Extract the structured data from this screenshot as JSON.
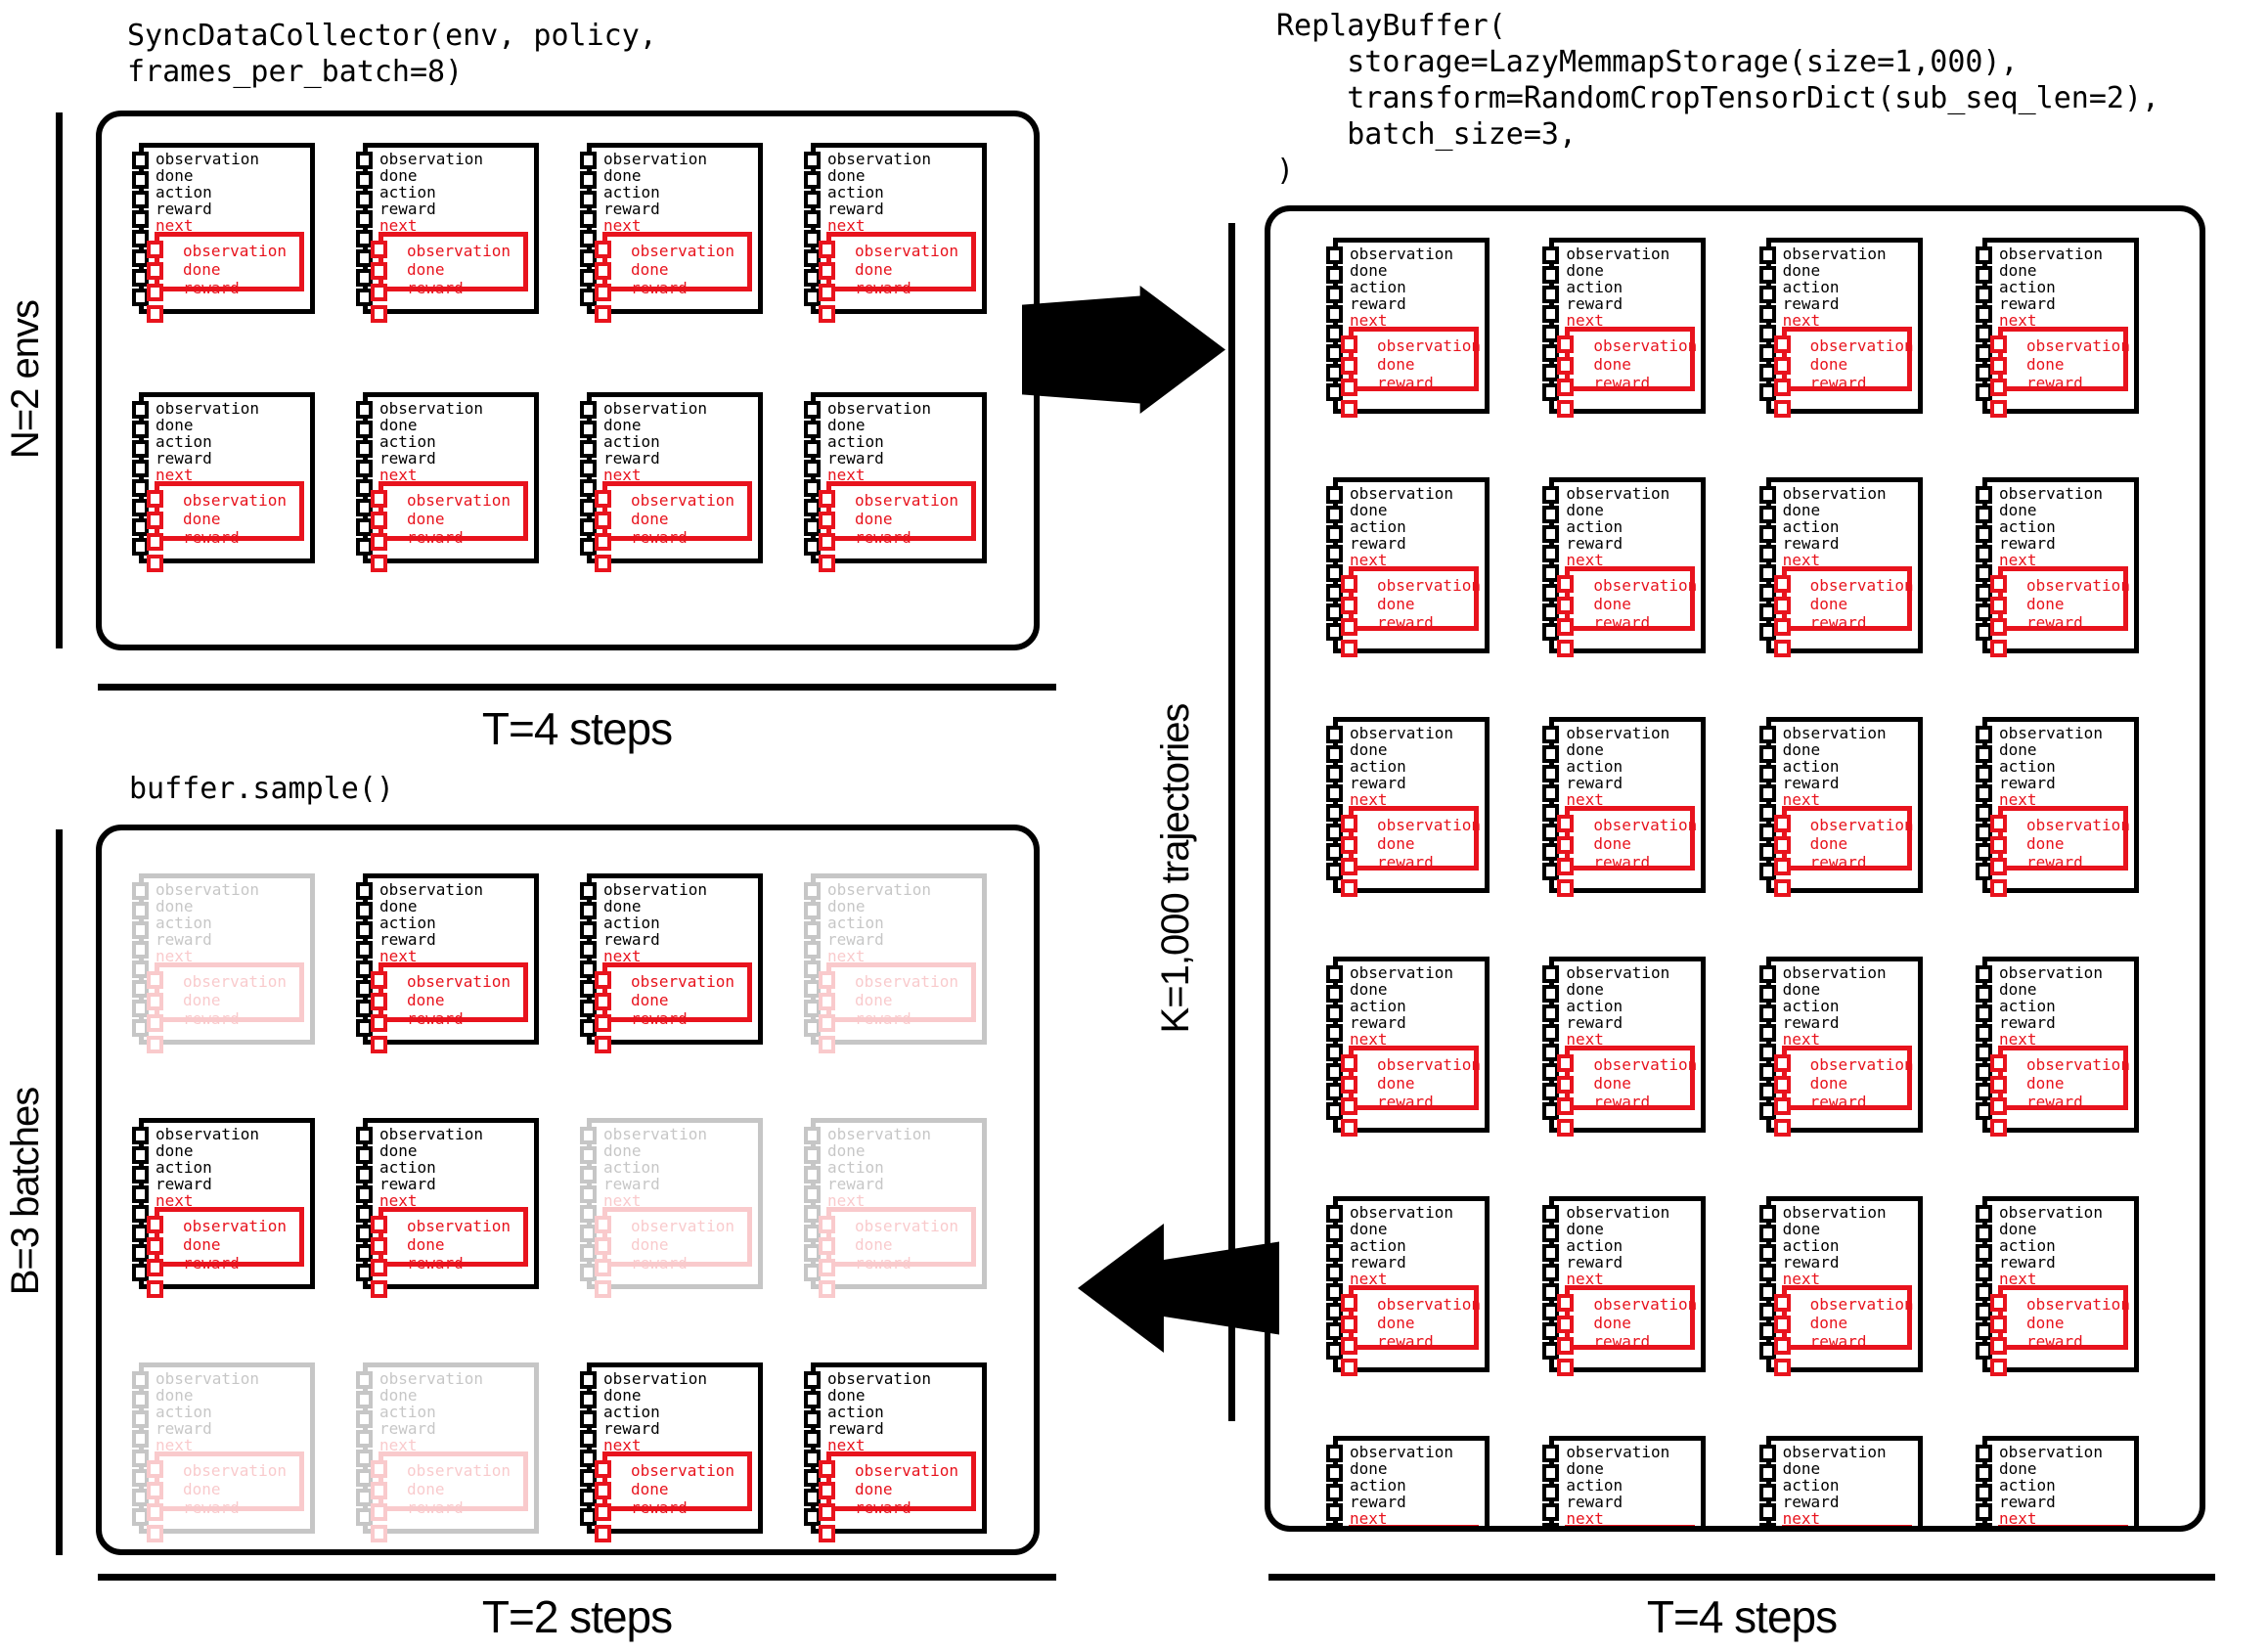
{
  "colors": {
    "ink": "#000000",
    "red": "#e8131d",
    "background": "#ffffff"
  },
  "card": {
    "fields": [
      "observation",
      "done",
      "action",
      "reward"
    ],
    "next_label": "next",
    "next_fields": [
      "observation",
      "done",
      "reward"
    ],
    "spine_squares": 8,
    "nested_squares": 4
  },
  "collector": {
    "code": "SyncDataCollector(env, policy,\nframes_per_batch=8)",
    "axis_left": "N=2 envs",
    "axis_bottom": "T=4 steps",
    "grid": {
      "rows": 2,
      "cols": 4
    },
    "faded_cells": []
  },
  "buffer": {
    "code": "ReplayBuffer(\n    storage=LazyMemmapStorage(size=1,000),\n    transform=RandomCropTensorDict(sub_seq_len=2),\n    batch_size=3,\n)",
    "axis_left": "K=1,000 trajectories",
    "axis_bottom": "T=4 steps",
    "grid": {
      "rows": 6,
      "cols": 4
    },
    "faded_cells": []
  },
  "sample": {
    "code": "buffer.sample()",
    "axis_left": "B=3 batches",
    "axis_bottom": "T=2 steps",
    "grid": {
      "rows": 3,
      "cols": 4
    },
    "faded_cells": [
      [
        0,
        0
      ],
      [
        0,
        3
      ],
      [
        1,
        2
      ],
      [
        1,
        3
      ],
      [
        2,
        0
      ],
      [
        2,
        1
      ]
    ]
  }
}
